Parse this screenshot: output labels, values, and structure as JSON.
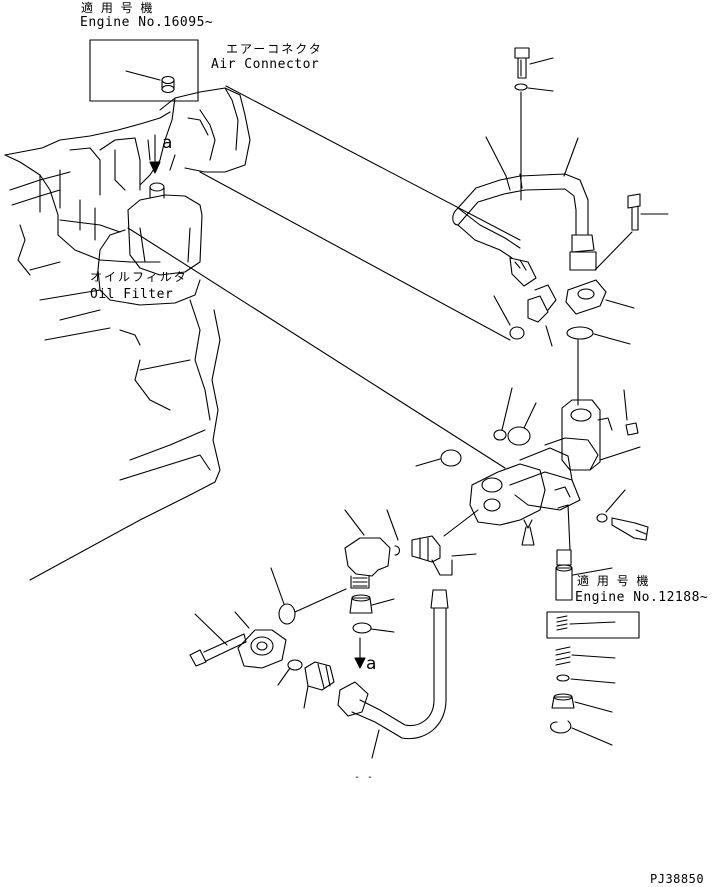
{
  "applicability_top": {
    "title_jp": "適 用 号 機",
    "engine_no": "Engine No.16095~"
  },
  "applicability_bottom": {
    "title_jp": "適 用 号 機",
    "engine_no": "Engine No.12188~"
  },
  "air_connector": {
    "label_jp": "エアーコネクタ",
    "label_en": "Air Connector"
  },
  "oil_filter": {
    "label_jp": "オイルフィルタ",
    "label_en": "Oil Filter"
  },
  "markers": {
    "top_ref": "a",
    "bottom_ref": "a"
  },
  "stray_mark": "- -",
  "drawing_code": "PJ38850"
}
